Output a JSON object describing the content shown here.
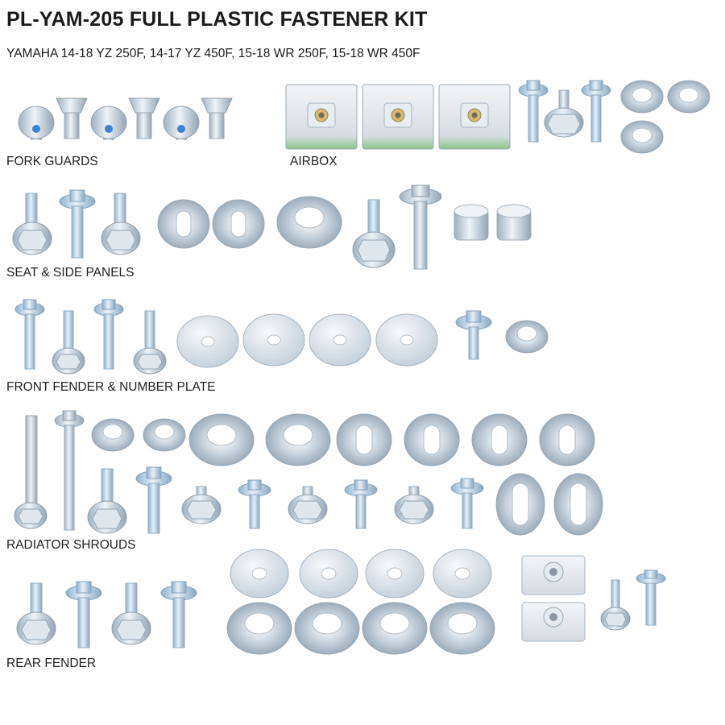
{
  "header": {
    "title": "PL-YAM-205 FULL PLASTIC FASTENER KIT",
    "subtitle": "YAMAHA 14-18 YZ 250F, 14-17 YZ 450F, 15-18 WR 250F, 15-18 WR 450F"
  },
  "sections": {
    "fork_guards": "FORK GUARDS",
    "airbox": "AIRBOX",
    "seat_side_panels": "SEAT & SIDE PANELS",
    "front_fender": "FRONT FENDER & NUMBER PLATE",
    "radiator_shrouds": "RADIATOR SHROUDS",
    "rear_fender": "REAR FENDER"
  },
  "colors": {
    "zinc": "#c9d3dc",
    "blue_zinc": "#bcd2e6",
    "socket_blue": "#3b82d6",
    "bracket_green": "#7fbf7a"
  }
}
